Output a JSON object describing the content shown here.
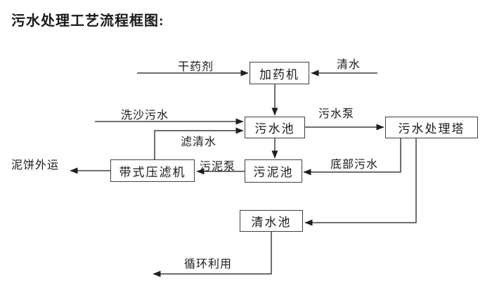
{
  "title": "污水处理工艺流程框图:",
  "colors": {
    "background": "#ffffff",
    "line": "#3f3f3f",
    "text": "#1a1a1a"
  },
  "diagram": {
    "nodes": {
      "dosing_machine": "加药机",
      "sewage_pool": "污水池",
      "sewage_treatment_tower": "污水处理塔",
      "sludge_pool": "污泥池",
      "belt_filter_press": "带式压滤机",
      "clear_water_pool": "清水池"
    },
    "labels": {
      "dry_agent": "干药剂",
      "clear_water": "清水",
      "sand_washing_sewage": "洗沙污水",
      "filtered_water": "滤清水",
      "sewage_pump": "污水泵",
      "sludge_pump": "污泥泵",
      "mud_cake_out": "泥饼外运",
      "bottom_sewage": "底部污水",
      "recycle_use": "循环利用"
    },
    "edges": [
      {
        "from": "dry_agent_input",
        "to": "dosing_machine",
        "label": "干药剂"
      },
      {
        "from": "clear_water_input",
        "to": "dosing_machine",
        "label": "清水"
      },
      {
        "from": "dosing_machine",
        "to": "sewage_pool",
        "label": ""
      },
      {
        "from": "sand_washing_input",
        "to": "sewage_pool",
        "label": "洗沙污水"
      },
      {
        "from": "belt_filter_press",
        "to": "sewage_pool",
        "label": "滤清水"
      },
      {
        "from": "sewage_pool",
        "to": "sewage_treatment_tower",
        "label": "污水泵"
      },
      {
        "from": "sewage_pool",
        "to": "sludge_pool",
        "label": ""
      },
      {
        "from": "sewage_treatment_tower",
        "to": "sludge_pool",
        "label": "底部污水"
      },
      {
        "from": "sludge_pool",
        "to": "belt_filter_press",
        "label": "污泥泵"
      },
      {
        "from": "belt_filter_press",
        "to": "mud_cake_out",
        "label": "泥饼外运"
      },
      {
        "from": "sewage_treatment_tower",
        "to": "clear_water_pool",
        "label": ""
      },
      {
        "from": "clear_water_pool",
        "to": "recycle_use",
        "label": "循环利用"
      }
    ]
  }
}
